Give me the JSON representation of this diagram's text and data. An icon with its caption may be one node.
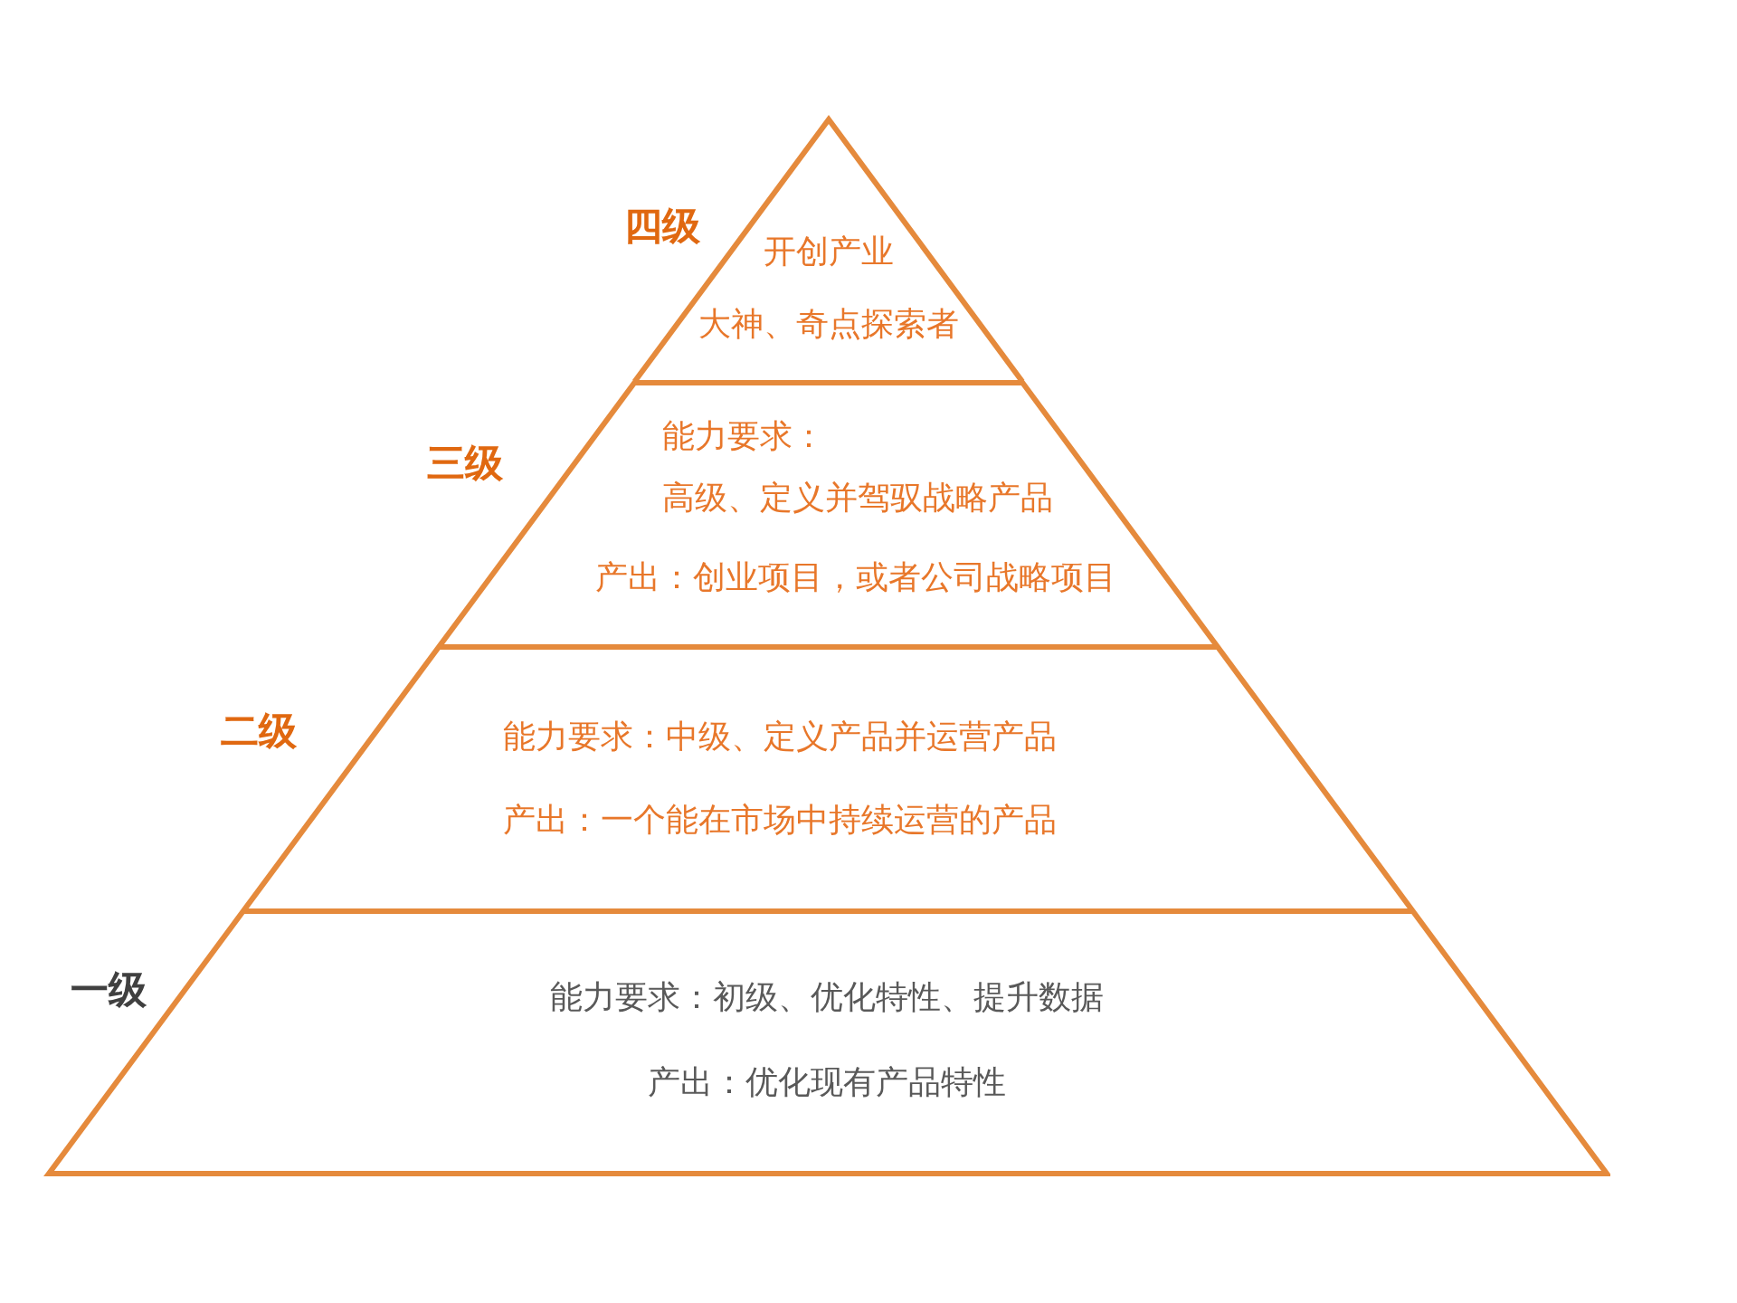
{
  "diagram": {
    "nodes": [
      {
        "text": [
          "四级",
          "开创产业",
          "大神、奇点探索者"
        ]
      },
      {
        "text": [
          "三级",
          "能力要求：",
          "高级、定义并驾驭战略产品",
          "产出：创业项目，或者公司战略项目"
        ]
      },
      {
        "text": [
          "二级",
          "能力要求：中级、定义产品并运营产品",
          "产出：一个能在市场中持续运营的产品"
        ]
      },
      {
        "text": [
          "一级",
          "能力要求：初级、优化特性、提升数据",
          "产出：优化现有产品特性"
        ]
      }
    ]
  }
}
